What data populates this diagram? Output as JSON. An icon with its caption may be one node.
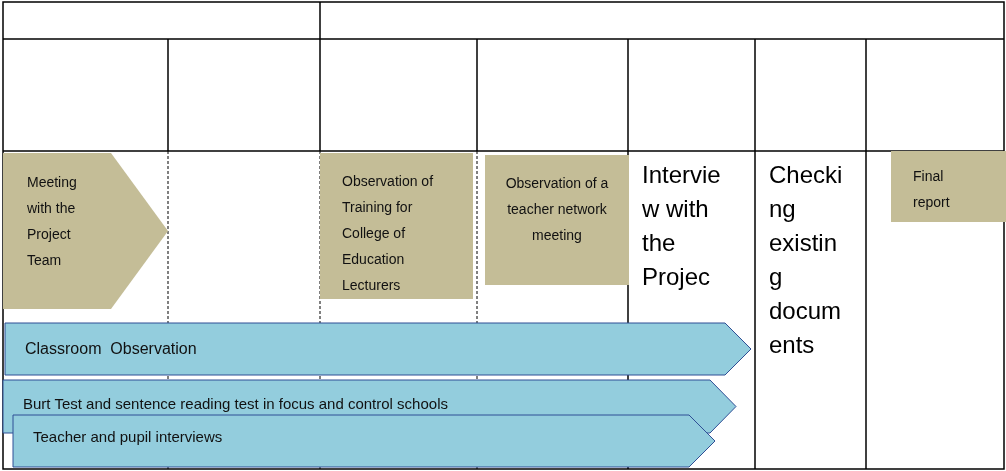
{
  "diagram": {
    "nodes": [
      {
        "text": [
          "Meeting with the Project Team"
        ]
      },
      {
        "text": [
          "Observation of Training for College of Education Lecturers"
        ]
      },
      {
        "text": [
          "Observation of a teacher network meeting"
        ]
      },
      {
        "text": [
          "Final report"
        ]
      },
      {
        "text": [
          "Classroom  Observation"
        ]
      },
      {
        "text": [
          "Burt Test and sentence reading test in focus and control schools"
        ]
      },
      {
        "text": [
          "Teacher and pupil interviews"
        ]
      }
    ],
    "labels": [
      "Interview with the Projec",
      "Checking existing documents"
    ]
  }
}
